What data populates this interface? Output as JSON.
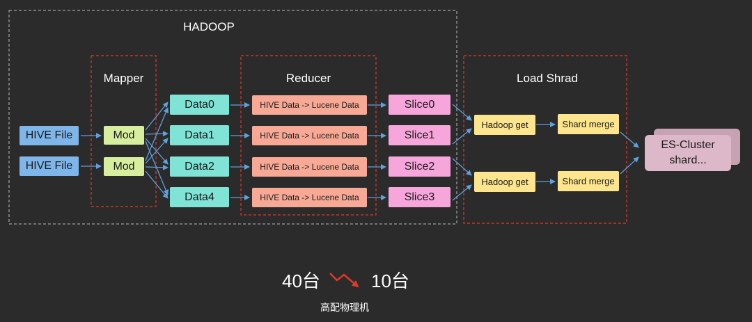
{
  "groups": {
    "hadoop": "HADOOP",
    "mapper": "Mapper",
    "reducer": "Reducer",
    "load_shard": "Load Shrad"
  },
  "inputs": [
    "HIVE File",
    "HIVE File"
  ],
  "mods": [
    "Mod",
    "Mod"
  ],
  "data_nodes": [
    "Data0",
    "Data1",
    "Data2",
    "Data4"
  ],
  "reducers": [
    "HIVE Data -> Lucene Data",
    "HIVE Data -> Lucene Data",
    "HIVE Data -> Lucene Data",
    "HIVE Data -> Lucene Data"
  ],
  "slices": [
    "Slice0",
    "Slice1",
    "Slice2",
    "Slice3"
  ],
  "hadoop_get": [
    "Hadoop get",
    "Hadoop get"
  ],
  "shard_merge": [
    "Shard merge",
    "Shard merge"
  ],
  "es_cluster": {
    "line1": "ES-Cluster",
    "line2": "shard..."
  },
  "summary": {
    "from": "40台",
    "to": "10台",
    "caption": "高配物理机"
  },
  "colors": {
    "background": "#2b2b2b",
    "arrow": "#5fa0dd",
    "red_dashed": "#e0392b",
    "gray_dashed": "#bdbdbd",
    "trend_arrow": "#e0392b"
  }
}
